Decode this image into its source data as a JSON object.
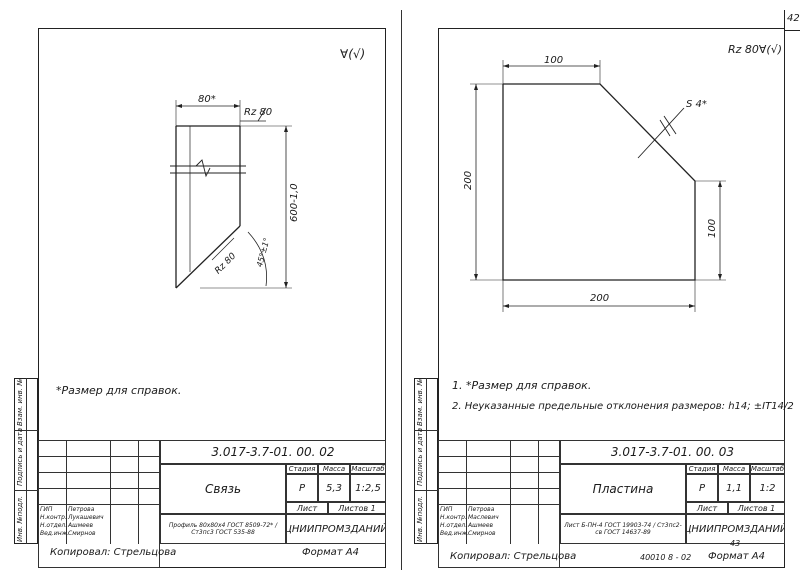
{
  "page_number": "42",
  "left_sheet": {
    "roughness_symbol": "∀(√)",
    "dims": {
      "width": "80*",
      "height": "600-1,0",
      "rz": "Rz 80",
      "rz_cut": "Rz 80",
      "angle": "45°±1°"
    },
    "note": "*Размер для справок.",
    "title_block": {
      "designation": "3.017-3.7-01. 00. 02",
      "name": "Связь",
      "stage_header": "Стадия",
      "mass_header": "Масса",
      "scale_header": "Масштаб",
      "stage": "Р",
      "mass": "5,3",
      "scale": "1:2,5",
      "sheet_label": "Лист",
      "sheets_label": "Листов 1",
      "material": "Профиль 80х80х4 ГОСТ 8509-72* / Ст3пс3 ГОСТ 535-88",
      "org": "ЦНИИПРОМЗДАНИЙ",
      "roles": [
        "ГИП",
        "Н.контр.",
        "Н.отдел.",
        "Вед.инж."
      ],
      "names": [
        "Петрова",
        "Лукашевич",
        "Ашмеев",
        "Смирнов"
      ],
      "stamp_columns": [
        "Инв. №подл.",
        "Подпись и дата",
        "Взам. инв. №"
      ]
    },
    "copied_by": "Копировал: Стрельцова",
    "format": "Формат А4"
  },
  "right_sheet": {
    "roughness_symbol": "Rz 80∀(√)",
    "dims": {
      "top": "100",
      "left": "200",
      "right": "100",
      "bottom": "200",
      "thickness": "S 4*"
    },
    "notes": [
      "1. *Размер для справок.",
      "2. Неуказанные предельные отклонения размеров: h14; ±IT14/2"
    ],
    "title_block": {
      "designation": "3.017-3.7-01. 00. 03",
      "name": "Пластина",
      "stage_header": "Стадия",
      "mass_header": "Масса",
      "scale_header": "Масштаб",
      "stage": "Р",
      "mass": "1,1",
      "scale": "1:2",
      "sheet_label": "Лист",
      "sheets_label": "Листов 1",
      "material": "Лист Б-ПН-4 ГОСТ 19903-74 / Ст3пс2-св ГОСТ 14637-89",
      "org": "ЦНИИПРОМЗДАНИЙ",
      "roles": [
        "ГИП",
        "Н.контр.",
        "Н.отдел.",
        "Вед.инж."
      ],
      "names": [
        "Петрова",
        "Маслевич",
        "Ашмеев",
        "Смирнов"
      ],
      "stamp_columns": [
        "Инв. №подл.",
        "Подпись и дата",
        "Взам. инв. №"
      ]
    },
    "copied_by": "Копировал: Стрельцова",
    "order_no": "40010 8 - 02",
    "sheet_no": "43",
    "format": "Формат А4"
  }
}
